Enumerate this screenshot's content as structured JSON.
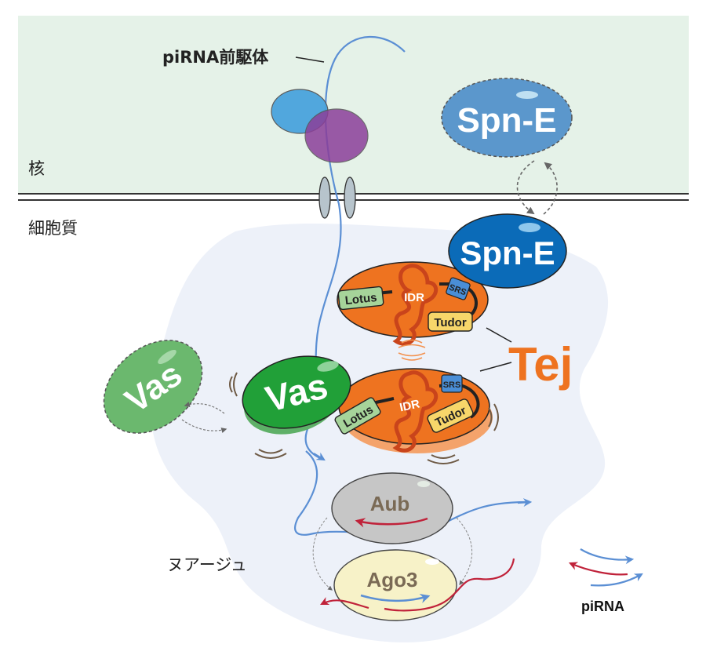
{
  "regions": {
    "nucleus": "核",
    "cytoplasm": "細胞質",
    "nuage": "ヌアージュ"
  },
  "labels": {
    "precursor": "piRNA前駆体",
    "tej": "Tej",
    "pirna": "piRNA"
  },
  "proteins": {
    "spne_nucleus": "Spn-E",
    "spne_bound": "Spn-E",
    "vas_free": "Vas",
    "vas_bound": "Vas",
    "aub": "Aub",
    "ago3": "Ago3"
  },
  "tej_domains": {
    "lotus": "Lotus",
    "idr": "IDR",
    "srs": "SRS",
    "tudor": "Tudor"
  },
  "colors": {
    "nucleus_bg": "#e5f2e8",
    "nuage_bg": "#edf1f9",
    "rna_blue": "#5b8fd4",
    "rna_red": "#c0223a",
    "tej_orange": "#ee7320",
    "vas_green": "#21a038",
    "spne_blue": "#0b6bb8",
    "spne_light": "#5b97cc",
    "aub_gray": "#c6c6c6",
    "ago3_cream": "#f7f2c8"
  }
}
